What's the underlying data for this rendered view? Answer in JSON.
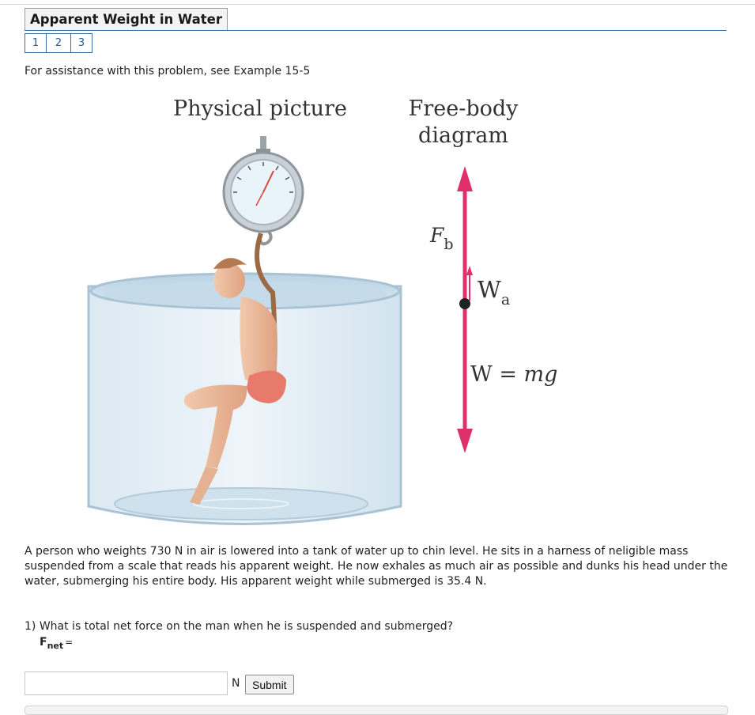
{
  "header": {
    "title": "Apparent Weight in Water"
  },
  "parts": [
    {
      "label": "1"
    },
    {
      "label": "2"
    },
    {
      "label": "3"
    }
  ],
  "assistance_text": "For assistance with this problem, see Example 15-5",
  "figure": {
    "left_caption": "Physical picture",
    "right_caption_line1": "Free-body",
    "right_caption_line2": "diagram",
    "fb_label": "F",
    "fb_sub": "b",
    "wa_label": "W",
    "wa_sub": "a",
    "w_label": "W = ",
    "w_label_mg": "mg",
    "arrow_color": "#e0306a"
  },
  "problem_text": "A person who weights 730 N in air is lowered into a tank of water up to chin level. He sits in a harness of neligible mass suspended from a scale that reads his apparent weight. He now exhales as much air as possible and dunks his head under the water, submerging his entire body. His apparent weight while submerged is 35.4 N.",
  "question": {
    "text": "1) What is total net force on the man when he is suspended and submerged?",
    "var_main": "F",
    "var_sub": "net",
    "equals": "=",
    "input_value": "",
    "unit": "N",
    "submit_label": "Submit"
  }
}
